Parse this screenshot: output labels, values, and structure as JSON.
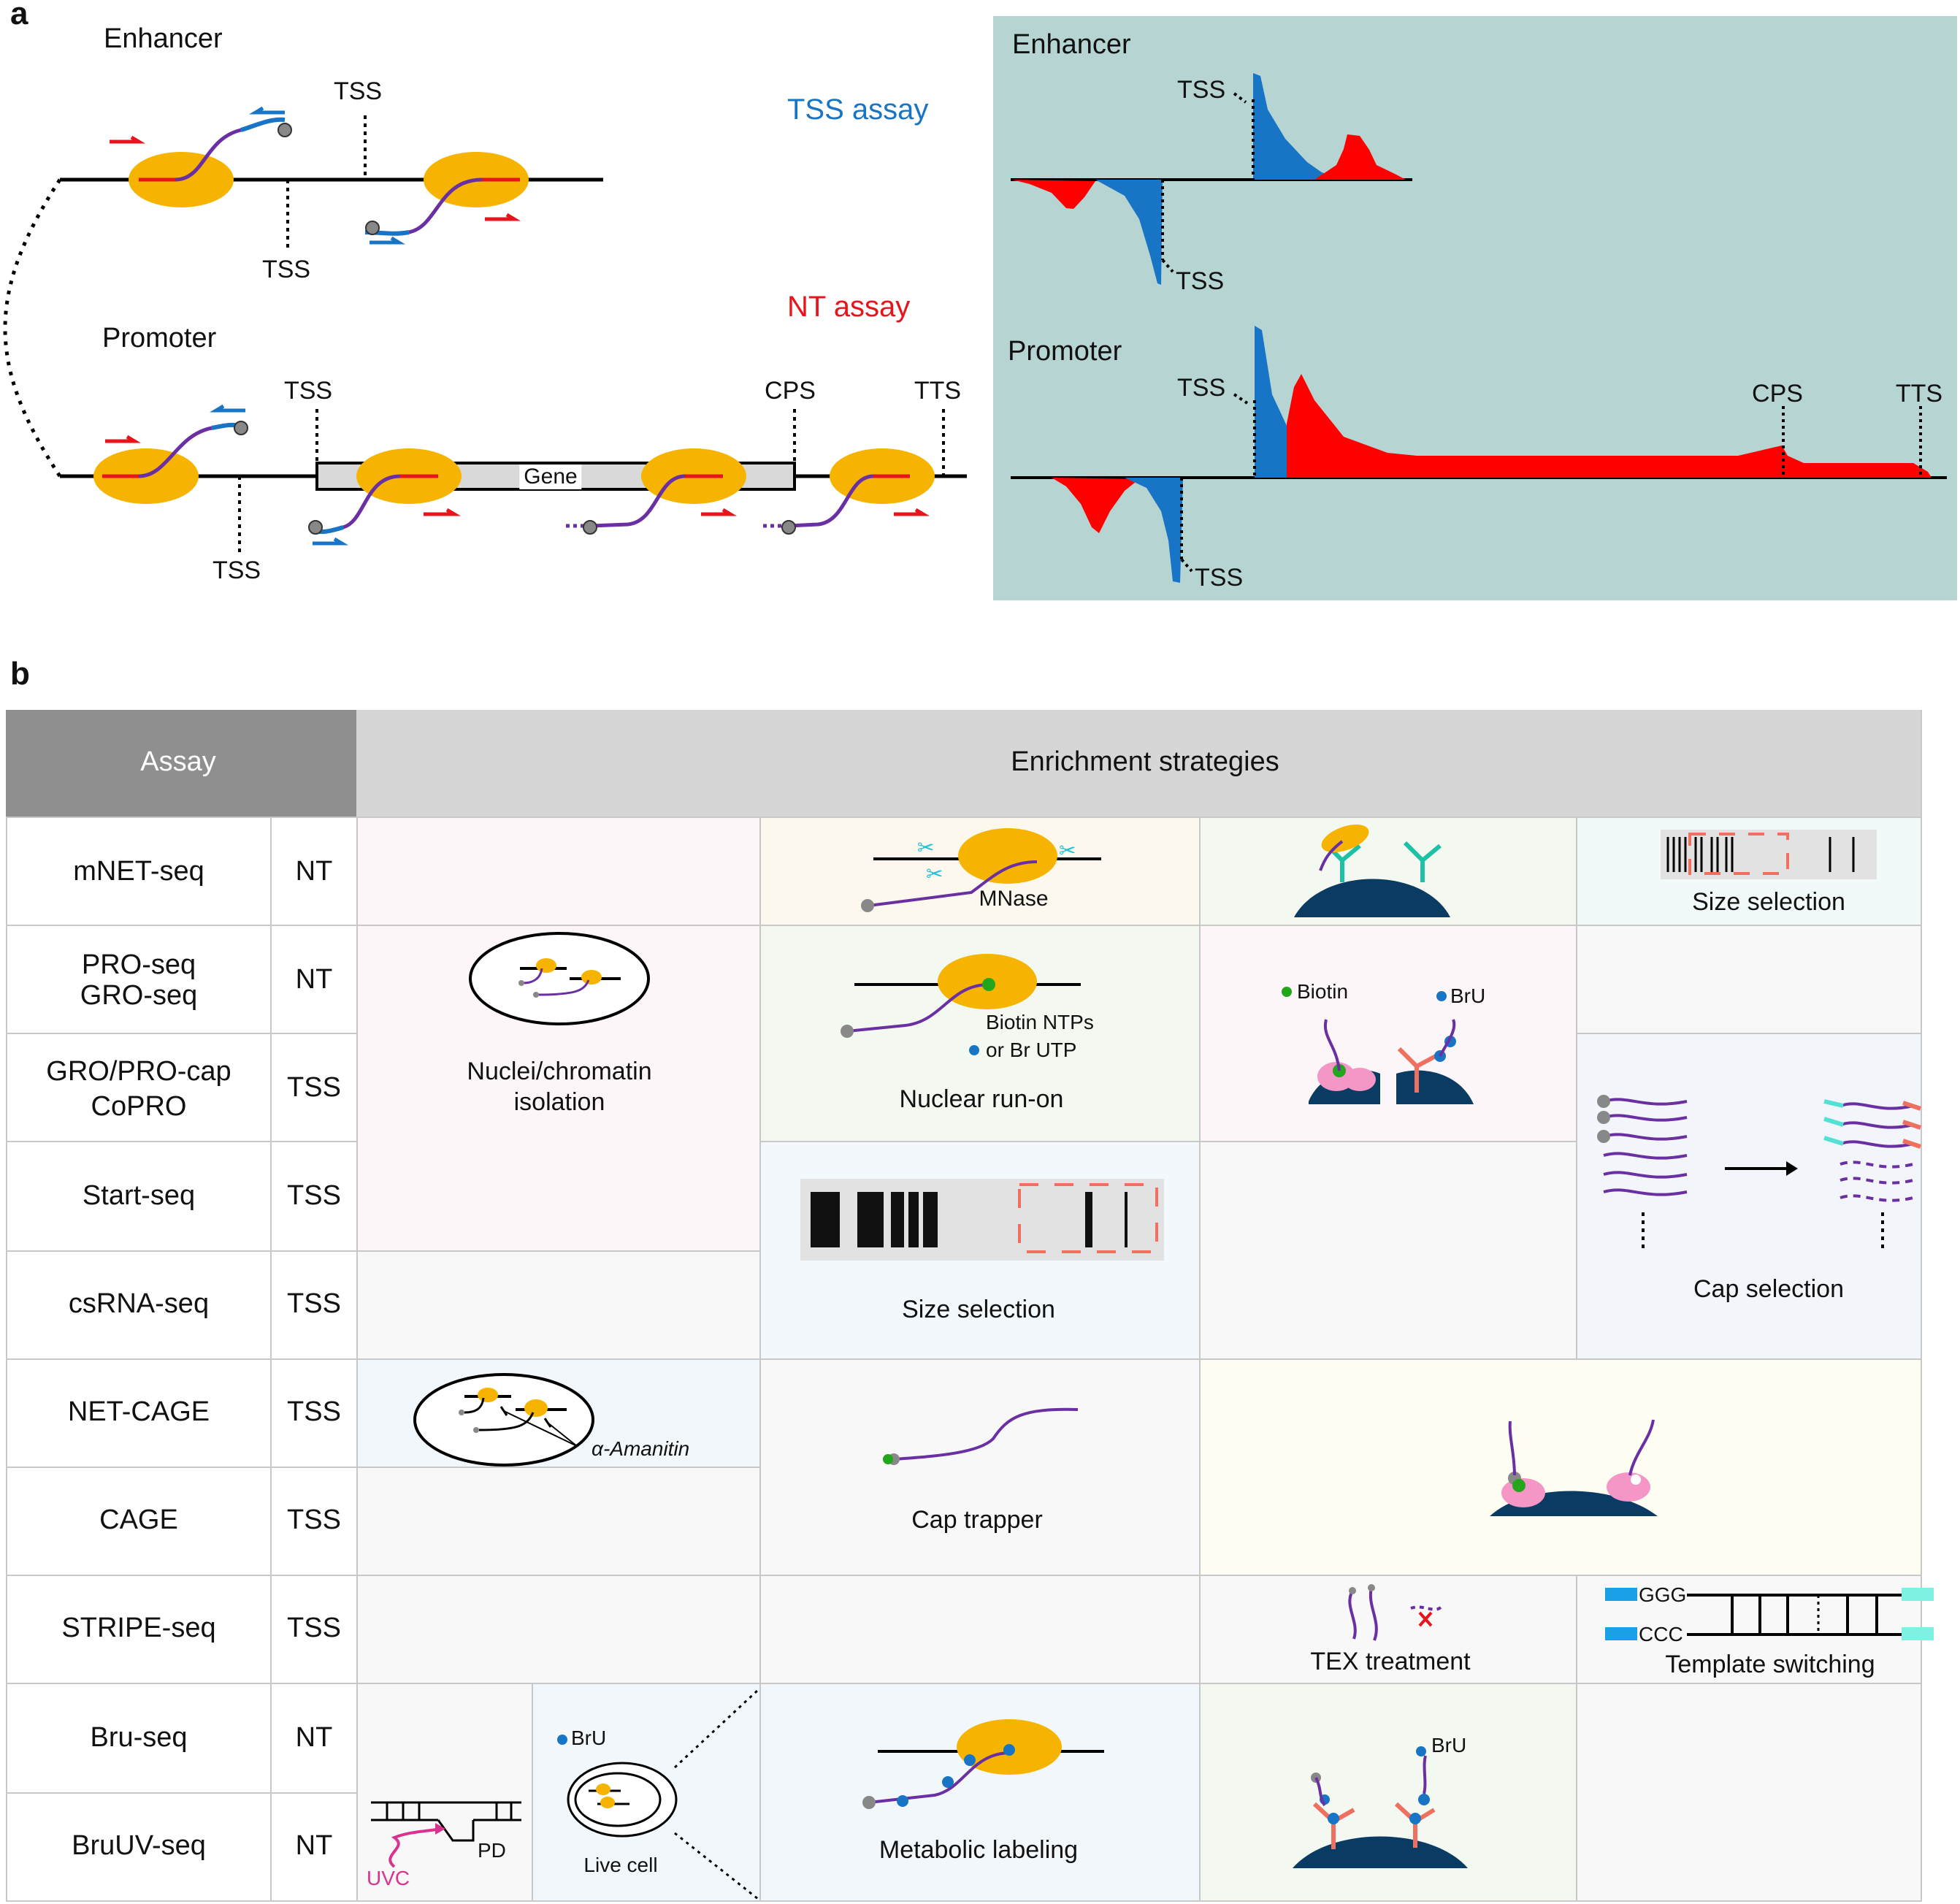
{
  "panel_a": {
    "letter": "a",
    "schematic": {
      "enhancer_label": "Enhancer",
      "promoter_label": "Promoter",
      "tss": "TSS",
      "cps": "CPS",
      "tts": "TTS",
      "gene_label": "Gene",
      "tss_assay": "TSS assay",
      "nt_assay": "NT assay"
    },
    "profiles": {
      "enhancer_label": "Enhancer",
      "promoter_label": "Promoter",
      "tss": "TSS",
      "cps": "CPS",
      "tts": "TTS"
    }
  },
  "panel_b": {
    "letter": "b",
    "header": {
      "assay": "Assay",
      "enrichment": "Enrichment strategies"
    },
    "rows": [
      {
        "assay": "mNET-seq",
        "type": "NT"
      },
      {
        "assay": "PRO-seq",
        "assay2": "GRO-seq",
        "type": "NT"
      },
      {
        "assay": "GRO/PRO-cap",
        "assay2": "CoPRO",
        "type": "TSS"
      },
      {
        "assay": "Start-seq",
        "type": "TSS"
      },
      {
        "assay": "csRNA-seq",
        "type": "TSS"
      },
      {
        "assay": "NET-CAGE",
        "type": "TSS"
      },
      {
        "assay": "CAGE",
        "type": "TSS"
      },
      {
        "assay": "STRIPE-seq",
        "type": "TSS"
      },
      {
        "assay": "Bru-seq",
        "type": "NT"
      },
      {
        "assay": "BruUV-seq",
        "type": "NT"
      }
    ],
    "strategies": {
      "nuclei_isolation": "Nuclei/chromatin",
      "nuclei_isolation2": "isolation",
      "amanitin": "α-Amanitin",
      "mnase": "MNase",
      "size_selection": "Size selection",
      "biotin": "Biotin",
      "bru": "BrU",
      "biotin_ntps": "Biotin NTPs",
      "br_utp": "or Br UTP",
      "nuclear_runon": "Nuclear run-on",
      "cap_selection": "Cap selection",
      "cap_trapper": "Cap trapper",
      "tex_treatment": "TEX treatment",
      "ggg": "GGG",
      "ccc": "CCC",
      "template_switching": "Template switching",
      "pd": "PD",
      "uvc": "UVC",
      "live_cell": "Live cell",
      "metabolic_labeling": "Metabolic labeling"
    }
  }
}
